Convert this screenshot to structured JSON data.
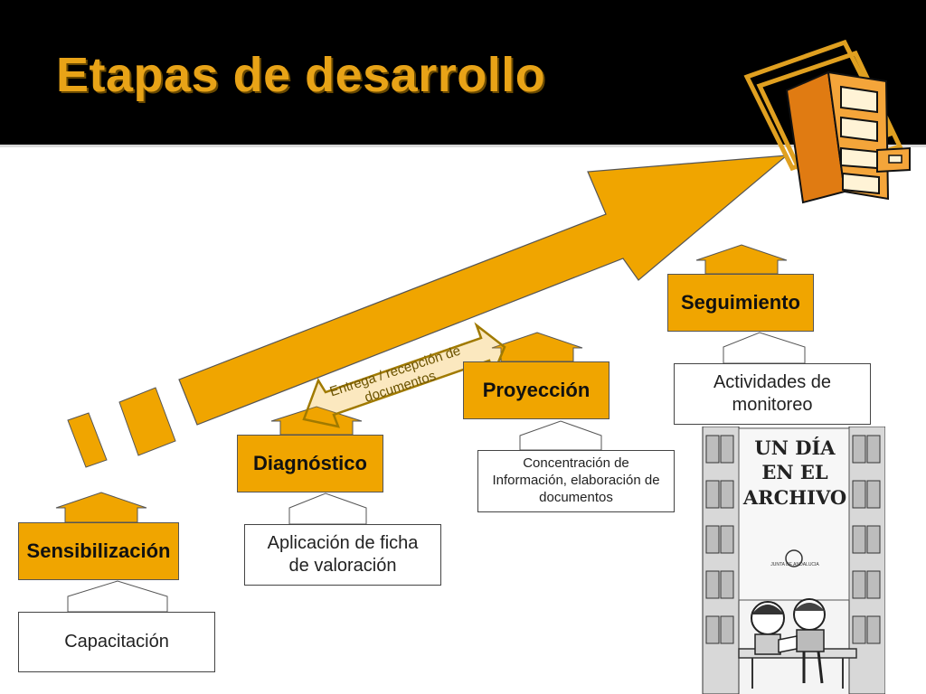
{
  "slide": {
    "title": "Etapas de desarrollo"
  },
  "stages": [
    {
      "label": "Sensibilización",
      "activity": "Capacitación"
    },
    {
      "label": "Diagnóstico",
      "activity": "Aplicación de ficha de valoración"
    },
    {
      "label": "Proyección",
      "activity": "Concentración de Información, elaboración de documentos"
    },
    {
      "label": "Seguimiento",
      "activity": "Actividades de monitoreo"
    }
  ],
  "connector": {
    "label": "Entrega / recepción de documentos"
  },
  "illustration": {
    "title": "UN DÍA EN EL ARCHIVO",
    "subtitle": "JUNTA DE ANDALUCIA"
  },
  "icons": {
    "big_arrow": "growth-arrow-icon",
    "filing_cabinet": "filing-cabinet-icon",
    "double_arrow": "double-arrow-icon"
  },
  "colors": {
    "accent": "#f0a500",
    "header_bg": "#000000",
    "title_text": "#e8a317"
  }
}
